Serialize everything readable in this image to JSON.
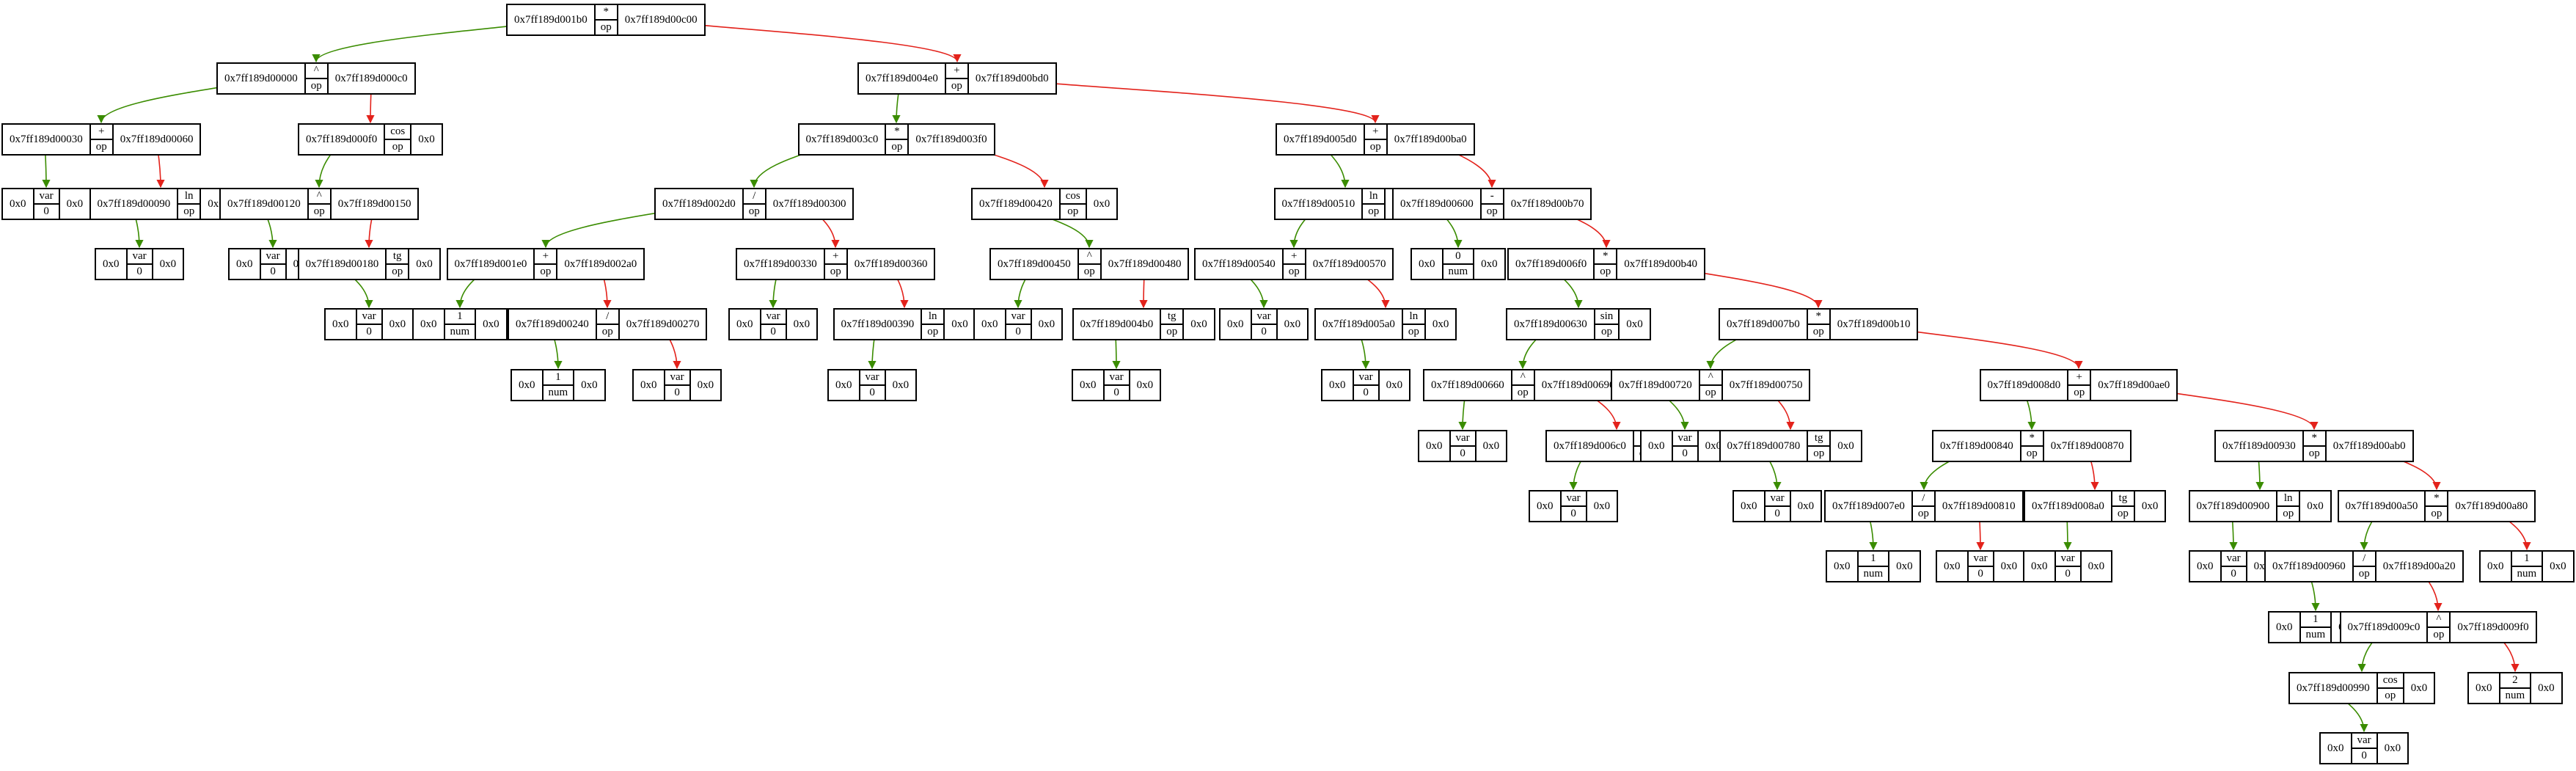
{
  "edge_colors": {
    "left": "#3a8c00",
    "right": "#e3221b"
  },
  "nodes": [
    {
      "id": "n1",
      "left": "0x7ff189d001b0",
      "value": "*",
      "kind": "op",
      "right": "0x7ff189d00c00"
    },
    {
      "id": "n2",
      "left": "0x7ff189d00000",
      "value": "^",
      "kind": "op",
      "right": "0x7ff189d000c0"
    },
    {
      "id": "n3",
      "left": "0x7ff189d00030",
      "value": "+",
      "kind": "op",
      "right": "0x7ff189d00060"
    },
    {
      "id": "n4",
      "left": "0x0",
      "value": "var",
      "kind": "0",
      "right": "0x0"
    },
    {
      "id": "n5",
      "left": "0x7ff189d00090",
      "value": "ln",
      "kind": "op",
      "right": "0x0"
    },
    {
      "id": "n6",
      "left": "0x0",
      "value": "var",
      "kind": "0",
      "right": "0x0"
    },
    {
      "id": "n7",
      "left": "0x7ff189d000f0",
      "value": "cos",
      "kind": "op",
      "right": "0x0"
    },
    {
      "id": "n8",
      "left": "0x7ff189d00120",
      "value": "^",
      "kind": "op",
      "right": "0x7ff189d00150"
    },
    {
      "id": "n9",
      "left": "0x0",
      "value": "var",
      "kind": "0",
      "right": "0x0"
    },
    {
      "id": "n10",
      "left": "0x7ff189d00180",
      "value": "tg",
      "kind": "op",
      "right": "0x0"
    },
    {
      "id": "n11",
      "left": "0x0",
      "value": "var",
      "kind": "0",
      "right": "0x0"
    },
    {
      "id": "n12",
      "left": "0x7ff189d004e0",
      "value": "+",
      "kind": "op",
      "right": "0x7ff189d00bd0"
    },
    {
      "id": "n13",
      "left": "0x7ff189d003c0",
      "value": "*",
      "kind": "op",
      "right": "0x7ff189d003f0"
    },
    {
      "id": "n14",
      "left": "0x7ff189d002d0",
      "value": "/",
      "kind": "op",
      "right": "0x7ff189d00300"
    },
    {
      "id": "n15",
      "left": "0x7ff189d001e0",
      "value": "+",
      "kind": "op",
      "right": "0x7ff189d002a0"
    },
    {
      "id": "n16",
      "left": "0x0",
      "value": "1",
      "kind": "num",
      "right": "0x0"
    },
    {
      "id": "n17",
      "left": "0x7ff189d00240",
      "value": "/",
      "kind": "op",
      "right": "0x7ff189d00270"
    },
    {
      "id": "n18",
      "left": "0x0",
      "value": "1",
      "kind": "num",
      "right": "0x0"
    },
    {
      "id": "n19",
      "left": "0x0",
      "value": "var",
      "kind": "0",
      "right": "0x0"
    },
    {
      "id": "n20",
      "left": "0x7ff189d00330",
      "value": "+",
      "kind": "op",
      "right": "0x7ff189d00360"
    },
    {
      "id": "n21",
      "left": "0x0",
      "value": "var",
      "kind": "0",
      "right": "0x0"
    },
    {
      "id": "n22",
      "left": "0x7ff189d00390",
      "value": "ln",
      "kind": "op",
      "right": "0x0"
    },
    {
      "id": "n23",
      "left": "0x0",
      "value": "var",
      "kind": "0",
      "right": "0x0"
    },
    {
      "id": "n24",
      "left": "0x7ff189d00420",
      "value": "cos",
      "kind": "op",
      "right": "0x0"
    },
    {
      "id": "n25",
      "left": "0x7ff189d00450",
      "value": "^",
      "kind": "op",
      "right": "0x7ff189d00480"
    },
    {
      "id": "n26",
      "left": "0x0",
      "value": "var",
      "kind": "0",
      "right": "0x0"
    },
    {
      "id": "n27",
      "left": "0x7ff189d004b0",
      "value": "tg",
      "kind": "op",
      "right": "0x0"
    },
    {
      "id": "n28",
      "left": "0x0",
      "value": "var",
      "kind": "0",
      "right": "0x0"
    },
    {
      "id": "n29",
      "left": "0x7ff189d005d0",
      "value": "+",
      "kind": "op",
      "right": "0x7ff189d00ba0"
    },
    {
      "id": "n30",
      "left": "0x7ff189d00510",
      "value": "ln",
      "kind": "op",
      "right": "0x0"
    },
    {
      "id": "n31",
      "left": "0x7ff189d00540",
      "value": "+",
      "kind": "op",
      "right": "0x7ff189d00570"
    },
    {
      "id": "n32",
      "left": "0x0",
      "value": "var",
      "kind": "0",
      "right": "0x0"
    },
    {
      "id": "n33",
      "left": "0x7ff189d005a0",
      "value": "ln",
      "kind": "op",
      "right": "0x0"
    },
    {
      "id": "n34",
      "left": "0x0",
      "value": "var",
      "kind": "0",
      "right": "0x0"
    },
    {
      "id": "n35",
      "left": "0x7ff189d00600",
      "value": "-",
      "kind": "op",
      "right": "0x7ff189d00b70"
    },
    {
      "id": "n36",
      "left": "0x0",
      "value": "0",
      "kind": "num",
      "right": "0x0"
    },
    {
      "id": "n37",
      "left": "0x7ff189d006f0",
      "value": "*",
      "kind": "op",
      "right": "0x7ff189d00b40"
    },
    {
      "id": "n38",
      "left": "0x7ff189d00630",
      "value": "sin",
      "kind": "op",
      "right": "0x0"
    },
    {
      "id": "n39",
      "left": "0x7ff189d00660",
      "value": "^",
      "kind": "op",
      "right": "0x7ff189d00690"
    },
    {
      "id": "n40",
      "left": "0x0",
      "value": "var",
      "kind": "0",
      "right": "0x0"
    },
    {
      "id": "n41",
      "left": "0x7ff189d006c0",
      "value": "tg",
      "kind": "op",
      "right": "0x0"
    },
    {
      "id": "n42",
      "left": "0x0",
      "value": "var",
      "kind": "0",
      "right": "0x0"
    },
    {
      "id": "n43",
      "left": "0x7ff189d007b0",
      "value": "*",
      "kind": "op",
      "right": "0x7ff189d00b10"
    },
    {
      "id": "n44",
      "left": "0x7ff189d00720",
      "value": "^",
      "kind": "op",
      "right": "0x7ff189d00750"
    },
    {
      "id": "n45",
      "left": "0x0",
      "value": "var",
      "kind": "0",
      "right": "0x0"
    },
    {
      "id": "n46",
      "left": "0x7ff189d00780",
      "value": "tg",
      "kind": "op",
      "right": "0x0"
    },
    {
      "id": "n47",
      "left": "0x0",
      "value": "var",
      "kind": "0",
      "right": "0x0"
    },
    {
      "id": "n48",
      "left": "0x7ff189d008d0",
      "value": "+",
      "kind": "op",
      "right": "0x7ff189d00ae0"
    },
    {
      "id": "n49",
      "left": "0x7ff189d00840",
      "value": "*",
      "kind": "op",
      "right": "0x7ff189d00870"
    },
    {
      "id": "n50",
      "left": "0x7ff189d007e0",
      "value": "/",
      "kind": "op",
      "right": "0x7ff189d00810"
    },
    {
      "id": "n51",
      "left": "0x0",
      "value": "1",
      "kind": "num",
      "right": "0x0"
    },
    {
      "id": "n52",
      "left": "0x0",
      "value": "var",
      "kind": "0",
      "right": "0x0"
    },
    {
      "id": "n53",
      "left": "0x7ff189d008a0",
      "value": "tg",
      "kind": "op",
      "right": "0x0"
    },
    {
      "id": "n54",
      "left": "0x0",
      "value": "var",
      "kind": "0",
      "right": "0x0"
    },
    {
      "id": "n55",
      "left": "0x7ff189d00930",
      "value": "*",
      "kind": "op",
      "right": "0x7ff189d00ab0"
    },
    {
      "id": "n56",
      "left": "0x7ff189d00900",
      "value": "ln",
      "kind": "op",
      "right": "0x0"
    },
    {
      "id": "n57",
      "left": "0x0",
      "value": "var",
      "kind": "0",
      "right": "0x0"
    },
    {
      "id": "n58",
      "left": "0x7ff189d00a50",
      "value": "*",
      "kind": "op",
      "right": "0x7ff189d00a80"
    },
    {
      "id": "n59",
      "left": "0x7ff189d00960",
      "value": "/",
      "kind": "op",
      "right": "0x7ff189d00a20"
    },
    {
      "id": "n60",
      "left": "0x0",
      "value": "1",
      "kind": "num",
      "right": "0x0"
    },
    {
      "id": "n61",
      "left": "0x7ff189d009c0",
      "value": "^",
      "kind": "op",
      "right": "0x7ff189d009f0"
    },
    {
      "id": "n62",
      "left": "0x7ff189d00990",
      "value": "cos",
      "kind": "op",
      "right": "0x0"
    },
    {
      "id": "n63",
      "left": "0x0",
      "value": "var",
      "kind": "0",
      "right": "0x0"
    },
    {
      "id": "n64",
      "left": "0x0",
      "value": "2",
      "kind": "num",
      "right": "0x0"
    },
    {
      "id": "n65",
      "left": "0x0",
      "value": "1",
      "kind": "num",
      "right": "0x0"
    }
  ],
  "edges": [
    {
      "from": "n1",
      "to": "n2",
      "side": "left"
    },
    {
      "from": "n1",
      "to": "n12",
      "side": "right"
    },
    {
      "from": "n2",
      "to": "n3",
      "side": "left"
    },
    {
      "from": "n2",
      "to": "n7",
      "side": "right"
    },
    {
      "from": "n3",
      "to": "n4",
      "side": "left"
    },
    {
      "from": "n3",
      "to": "n5",
      "side": "right"
    },
    {
      "from": "n5",
      "to": "n6",
      "side": "left"
    },
    {
      "from": "n7",
      "to": "n8",
      "side": "left"
    },
    {
      "from": "n8",
      "to": "n9",
      "side": "left"
    },
    {
      "from": "n8",
      "to": "n10",
      "side": "right"
    },
    {
      "from": "n10",
      "to": "n11",
      "side": "left"
    },
    {
      "from": "n12",
      "to": "n13",
      "side": "left"
    },
    {
      "from": "n12",
      "to": "n29",
      "side": "right"
    },
    {
      "from": "n13",
      "to": "n14",
      "side": "left"
    },
    {
      "from": "n13",
      "to": "n24",
      "side": "right"
    },
    {
      "from": "n14",
      "to": "n15",
      "side": "left"
    },
    {
      "from": "n14",
      "to": "n20",
      "side": "right"
    },
    {
      "from": "n15",
      "to": "n16",
      "side": "left"
    },
    {
      "from": "n15",
      "to": "n17",
      "side": "right"
    },
    {
      "from": "n17",
      "to": "n18",
      "side": "left"
    },
    {
      "from": "n17",
      "to": "n19",
      "side": "right"
    },
    {
      "from": "n20",
      "to": "n21",
      "side": "left"
    },
    {
      "from": "n20",
      "to": "n22",
      "side": "right"
    },
    {
      "from": "n22",
      "to": "n23",
      "side": "left"
    },
    {
      "from": "n24",
      "to": "n25",
      "side": "left"
    },
    {
      "from": "n25",
      "to": "n26",
      "side": "left"
    },
    {
      "from": "n25",
      "to": "n27",
      "side": "right"
    },
    {
      "from": "n27",
      "to": "n28",
      "side": "left"
    },
    {
      "from": "n29",
      "to": "n30",
      "side": "left"
    },
    {
      "from": "n29",
      "to": "n35",
      "side": "right"
    },
    {
      "from": "n30",
      "to": "n31",
      "side": "left"
    },
    {
      "from": "n31",
      "to": "n32",
      "side": "left"
    },
    {
      "from": "n31",
      "to": "n33",
      "side": "right"
    },
    {
      "from": "n33",
      "to": "n34",
      "side": "left"
    },
    {
      "from": "n35",
      "to": "n36",
      "side": "left"
    },
    {
      "from": "n35",
      "to": "n37",
      "side": "right"
    },
    {
      "from": "n37",
      "to": "n38",
      "side": "left"
    },
    {
      "from": "n37",
      "to": "n43",
      "side": "right"
    },
    {
      "from": "n38",
      "to": "n39",
      "side": "left"
    },
    {
      "from": "n39",
      "to": "n40",
      "side": "left"
    },
    {
      "from": "n39",
      "to": "n41",
      "side": "right"
    },
    {
      "from": "n41",
      "to": "n42",
      "side": "left"
    },
    {
      "from": "n43",
      "to": "n44",
      "side": "left"
    },
    {
      "from": "n43",
      "to": "n48",
      "side": "right"
    },
    {
      "from": "n44",
      "to": "n45",
      "side": "left"
    },
    {
      "from": "n44",
      "to": "n46",
      "side": "right"
    },
    {
      "from": "n46",
      "to": "n47",
      "side": "left"
    },
    {
      "from": "n48",
      "to": "n49",
      "side": "left"
    },
    {
      "from": "n48",
      "to": "n55",
      "side": "right"
    },
    {
      "from": "n49",
      "to": "n50",
      "side": "left"
    },
    {
      "from": "n49",
      "to": "n53",
      "side": "right"
    },
    {
      "from": "n50",
      "to": "n51",
      "side": "left"
    },
    {
      "from": "n50",
      "to": "n52",
      "side": "right"
    },
    {
      "from": "n53",
      "to": "n54",
      "side": "left"
    },
    {
      "from": "n55",
      "to": "n56",
      "side": "left"
    },
    {
      "from": "n55",
      "to": "n58",
      "side": "right"
    },
    {
      "from": "n56",
      "to": "n57",
      "side": "left"
    },
    {
      "from": "n58",
      "to": "n59",
      "side": "left"
    },
    {
      "from": "n58",
      "to": "n65",
      "side": "right"
    },
    {
      "from": "n59",
      "to": "n60",
      "side": "left"
    },
    {
      "from": "n59",
      "to": "n61",
      "side": "right"
    },
    {
      "from": "n61",
      "to": "n62",
      "side": "left"
    },
    {
      "from": "n61",
      "to": "n64",
      "side": "right"
    },
    {
      "from": "n62",
      "to": "n63",
      "side": "left"
    }
  ]
}
